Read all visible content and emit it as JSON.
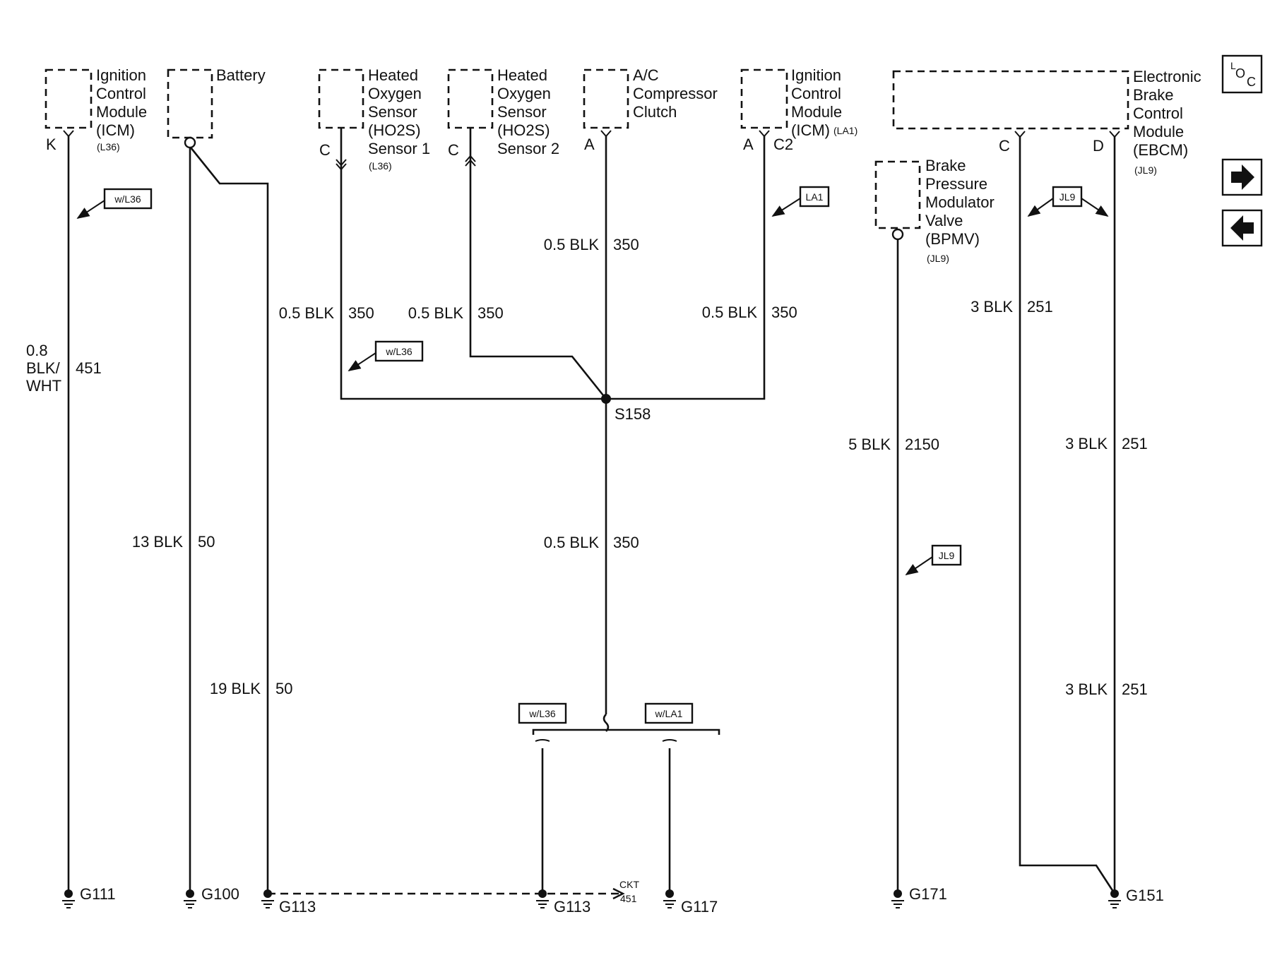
{
  "components": {
    "icm_l36": [
      "Ignition",
      "Control",
      "Module",
      "(ICM)"
    ],
    "icm_l36_option": "(L36)",
    "battery": "Battery",
    "ho2s1": [
      "Heated",
      "Oxygen",
      "Sensor",
      "(HO2S)",
      "Sensor 1"
    ],
    "ho2s1_option": "(L36)",
    "ho2s2": [
      "Heated",
      "Oxygen",
      "Sensor",
      "(HO2S)",
      "Sensor 2"
    ],
    "ac": [
      "A/C",
      "Compressor",
      "Clutch"
    ],
    "icm_la1": [
      "Ignition",
      "Control",
      "Module",
      "(ICM)"
    ],
    "icm_la1_option": "(LA1)",
    "ebcm": [
      "Electronic",
      "Brake",
      "Control",
      "Module",
      "(EBCM)"
    ],
    "ebcm_option": "(JL9)",
    "bpmv": [
      "Brake",
      "Pressure",
      "Modulator",
      "Valve",
      "(BPMV)"
    ],
    "bpmv_option": "(JL9)"
  },
  "pins": {
    "icm_l36": "K",
    "ho2s1": "C",
    "ho2s2": "C",
    "ac": "A",
    "icm_la1_a": "A",
    "icm_la1_c2": "C2",
    "ebcm_c": "C",
    "ebcm_d": "D"
  },
  "wires": {
    "w451_size": "0.8",
    "w451_color1": "BLK/",
    "w451_color2": "WHT",
    "w451_circuit": "451",
    "w50a_color": "13 BLK",
    "w50a_circuit": "50",
    "w50b_color": "19 BLK",
    "w50b_circuit": "50",
    "ho2s1_color": "0.5 BLK",
    "ho2s1_circuit": "350",
    "ho2s2_color": "0.5 BLK",
    "ho2s2_circuit": "350",
    "ac_color": "0.5 BLK",
    "ac_circuit": "350",
    "icm_la1_color": "0.5 BLK",
    "icm_la1_circuit": "350",
    "main_color": "0.5 BLK",
    "main_circuit": "350",
    "bpmv_color": "5 BLK",
    "bpmv_circuit": "2150",
    "ebcm_c_color": "3 BLK",
    "ebcm_c_circuit": "251",
    "ebcm_d1_color": "3 BLK",
    "ebcm_d1_circuit": "251",
    "ebcm_d2_color": "3 BLK",
    "ebcm_d2_circuit": "251"
  },
  "splice": "S158",
  "tags": {
    "icm_l36": "w/L36",
    "ho2s1": "w/L36",
    "icm_la1": "LA1",
    "ebcm": "JL9",
    "bpmv": "JL9",
    "branch_left": "w/L36",
    "branch_right": "w/LA1"
  },
  "grounds": {
    "g111": "G111",
    "g100": "G100",
    "g113a": "G113",
    "g113b": "G113",
    "g117": "G117",
    "g171": "G171",
    "g151": "G151"
  },
  "ckt_ref": [
    "CKT",
    "451"
  ],
  "loc_icon": {
    "l": "L",
    "o": "O",
    "c": "C"
  },
  "nav": {
    "next": "next-arrow-icon",
    "prev": "prev-arrow-icon"
  }
}
